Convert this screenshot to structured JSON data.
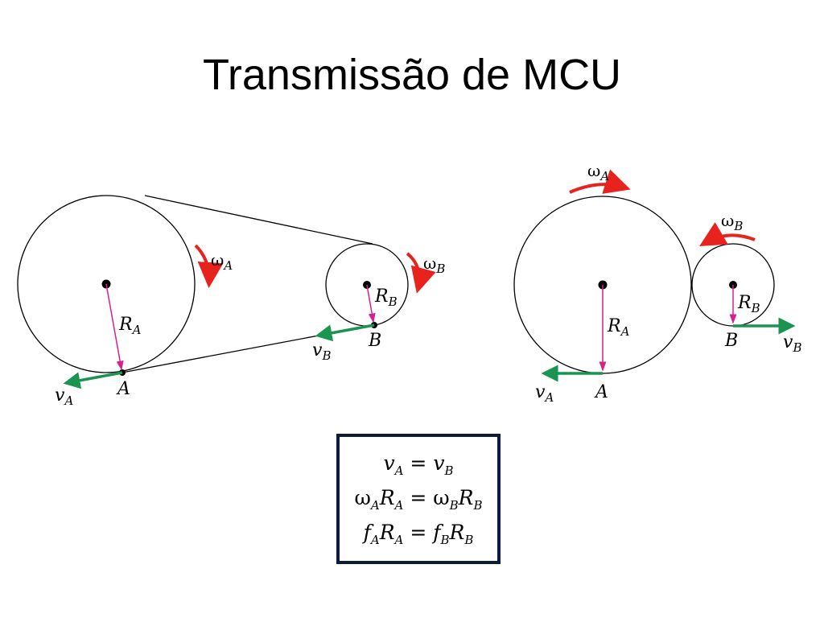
{
  "title": "Transmissão de MCU",
  "labels": {
    "omega_symbol": "ω",
    "v": "v",
    "R": "R",
    "f": "f",
    "sub_A": "A",
    "sub_B": "B",
    "point_A": "A",
    "point_B": "B",
    "equals": "="
  },
  "formulas": [
    "vA = vB",
    "ωARA = ωBRB",
    "fARA = fBRB"
  ],
  "colors": {
    "rotation_arrow": "#e8231e",
    "velocity_arrow": "#1a9450",
    "radius_line": "#d6218c",
    "outline": "#000000",
    "box_border": "#0d1b3e"
  },
  "icons": [
    "rotation-arrow-icon",
    "velocity-arrow-icon",
    "center-dot-icon"
  ]
}
